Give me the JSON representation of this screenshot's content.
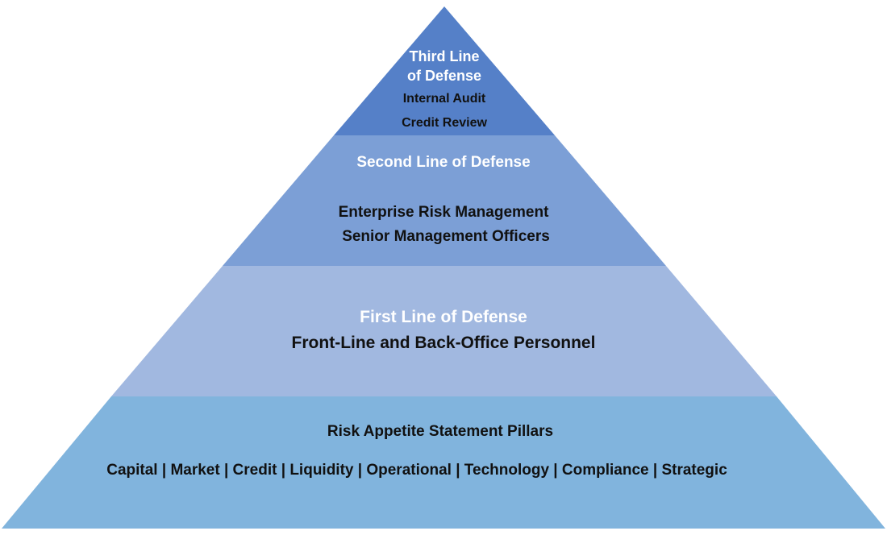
{
  "pyramid": {
    "tiers": [
      {
        "heading": "Third Line of Defense",
        "heading_lines": [
          "Third Line",
          "of Defense"
        ],
        "items": [
          "Internal Audit",
          "Credit Review"
        ],
        "fill": "#5580c8"
      },
      {
        "heading": "Second Line of Defense",
        "items": [
          "Enterprise Risk Management",
          "Senior Management Officers"
        ],
        "fill": "#7c9fd6"
      },
      {
        "heading": "First Line of Defense",
        "items": [
          "Front-Line and Back-Office Personnel"
        ],
        "fill": "#a1b8e0"
      },
      {
        "heading": "Risk Appetite Statement Pillars",
        "pillars": "Capital | Market | Credit | Liquidity | Operational | Technology | Compliance | Strategic",
        "fill": "#81b4dd"
      }
    ]
  }
}
